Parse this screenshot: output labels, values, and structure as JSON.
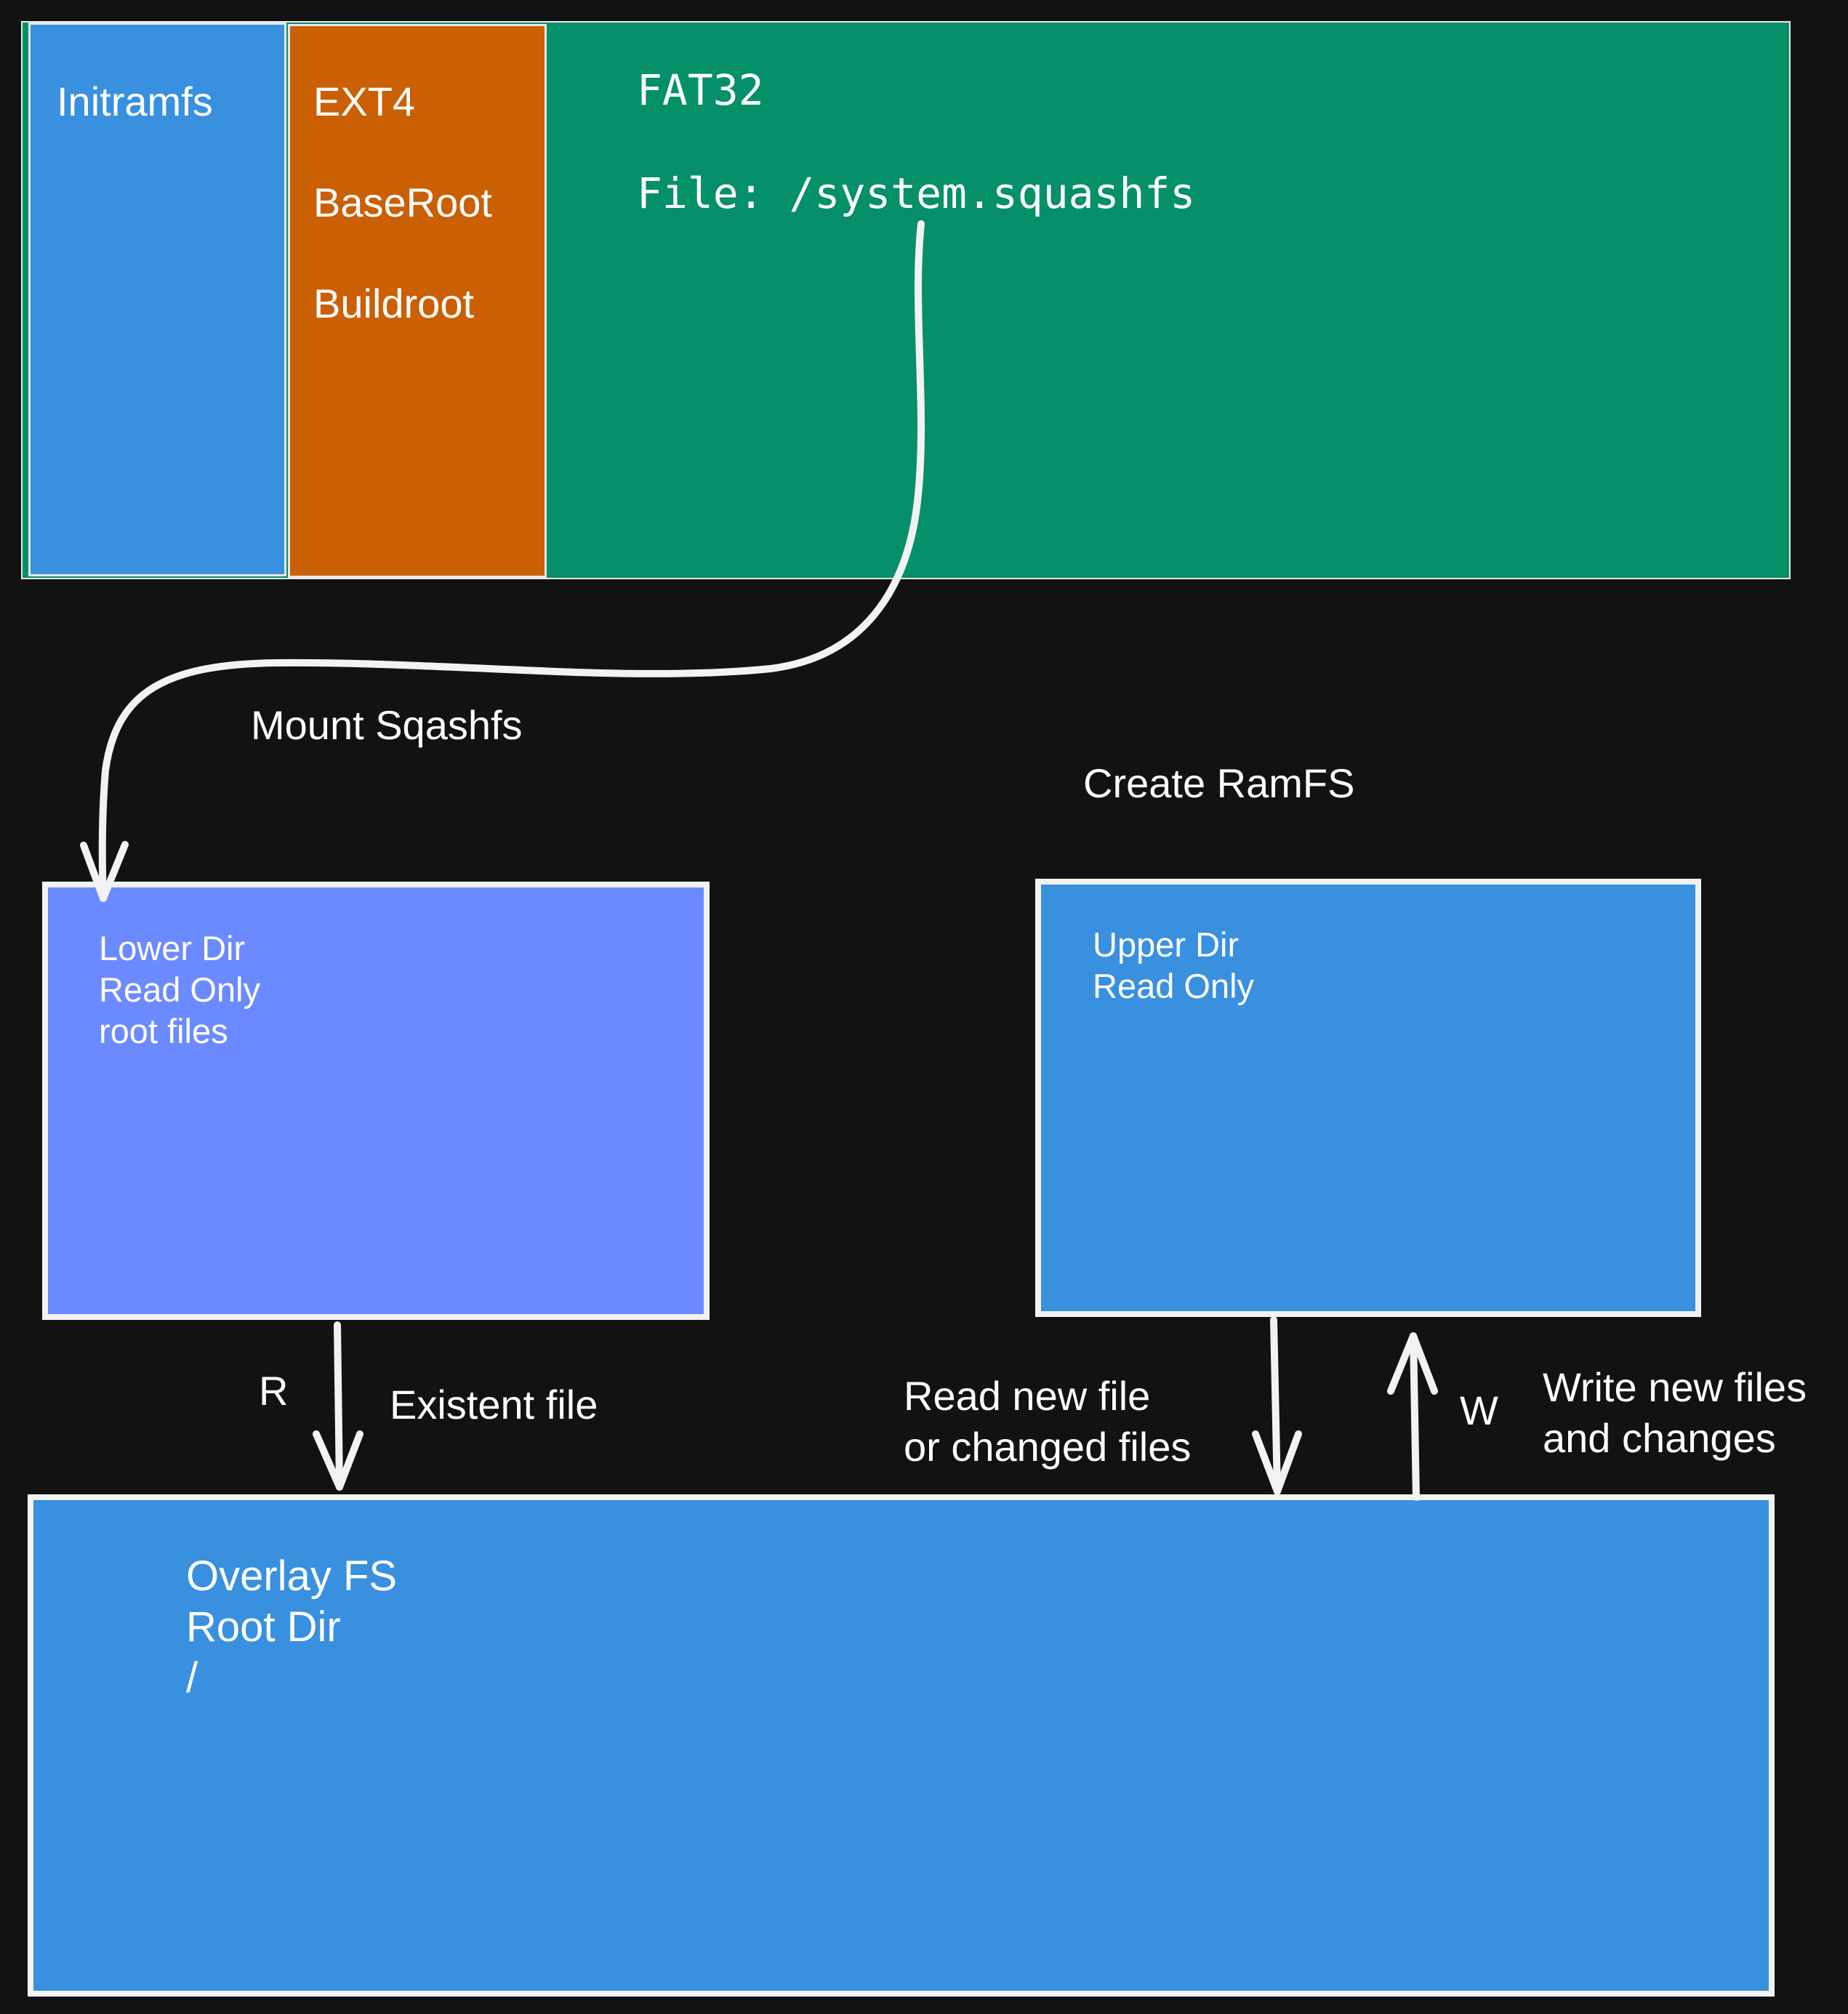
{
  "colors": {
    "background": "#121212",
    "initramfs": "#3990de",
    "ext4": "#cb5f04",
    "fat32": "#05906a",
    "lower_dir": "#6c8aff",
    "upper_dir": "#3990de",
    "overlay": "#3990de",
    "stroke": "#f2f2f2"
  },
  "partitions": {
    "initramfs": {
      "label": "Initramfs"
    },
    "ext4": {
      "line1": "EXT4",
      "line2": "BaseRoot",
      "line3": "Buildroot"
    },
    "fat32": {
      "line1": "FAT32",
      "line2": "File: /system.squashfs"
    }
  },
  "edges": {
    "mount": {
      "label": "Mount Sqashfs"
    },
    "ramfs": {
      "label": "Create RamFS"
    },
    "read_lower": {
      "letter": "R",
      "label": "Existent file"
    },
    "read_upper": {
      "line1": "Read new file",
      "line2": "or changed files"
    },
    "write_upper": {
      "letter": "W",
      "line1": "Write new files",
      "line2": "and changes"
    }
  },
  "lower_dir": {
    "line1": "Lower Dir",
    "line2": "Read Only",
    "line3": "root files"
  },
  "upper_dir": {
    "line1": "Upper Dir",
    "line2": "Read Only"
  },
  "overlay": {
    "line1": "Overlay FS",
    "line2": "Root Dir",
    "line3": "/"
  }
}
